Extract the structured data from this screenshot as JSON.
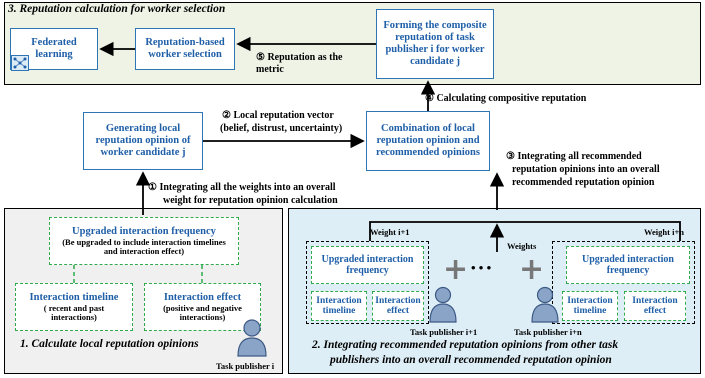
{
  "section3": {
    "title": "3. Reputation calculation for worker selection",
    "federated": "Federated learning",
    "worker_selection": "Reputation-based worker selection",
    "composite": "Forming the composite reputation of  task publisher i for worker candidate j",
    "metric_label": "⑤ Reputation as the metric"
  },
  "middle": {
    "local_box": "Generating local reputation opinion of worker candidate j",
    "vector_label_1": "② Local reputation vector",
    "vector_label_2": "(belief, distrust, uncertainty)",
    "combination_box": "Combination of local reputation opinion and recommended opinions",
    "compositive_label": "④ Calculating compositive reputation",
    "integrate_weights_1": "① Integrating all the weights into an overall",
    "integrate_weights_2": "weight for reputation opinion calculation",
    "integrate_rec_1": "③ Integrating all recommended",
    "integrate_rec_2": "reputation opinions into an overall",
    "integrate_rec_3": "recommended reputation opinion"
  },
  "section1": {
    "upgraded_title": "Upgraded interaction frequency",
    "upgraded_sub": "(Be upgraded to include interaction timelines and interaction effect)",
    "timeline_title": "Interaction timeline",
    "timeline_sub": "( recent and past interactions)",
    "effect_title": "Interaction  effect",
    "effect_sub": "(positive and negative interactions)",
    "caption": "1. Calculate local reputation opinions",
    "publisher": "Task publisher i"
  },
  "section2": {
    "weight_left": "Weight i+1",
    "weight_right": "Weight i+n",
    "weights": "Weights",
    "upgraded_left": "Upgraded interaction frequency",
    "upgraded_right": "Upgraded interaction frequency",
    "timeline_left": "Interaction timeline",
    "effect_left": "Interaction effect",
    "timeline_right": "Interaction timeline",
    "effect_right": "Interaction effect",
    "publisher_left": "Task publisher i+1",
    "publisher_right": "Task publisher i+n",
    "dots": "• • •",
    "caption_1": "2. Integrating recommended reputation opinions from other task",
    "caption_2": "publishers into an overall recommended reputation opinion"
  }
}
